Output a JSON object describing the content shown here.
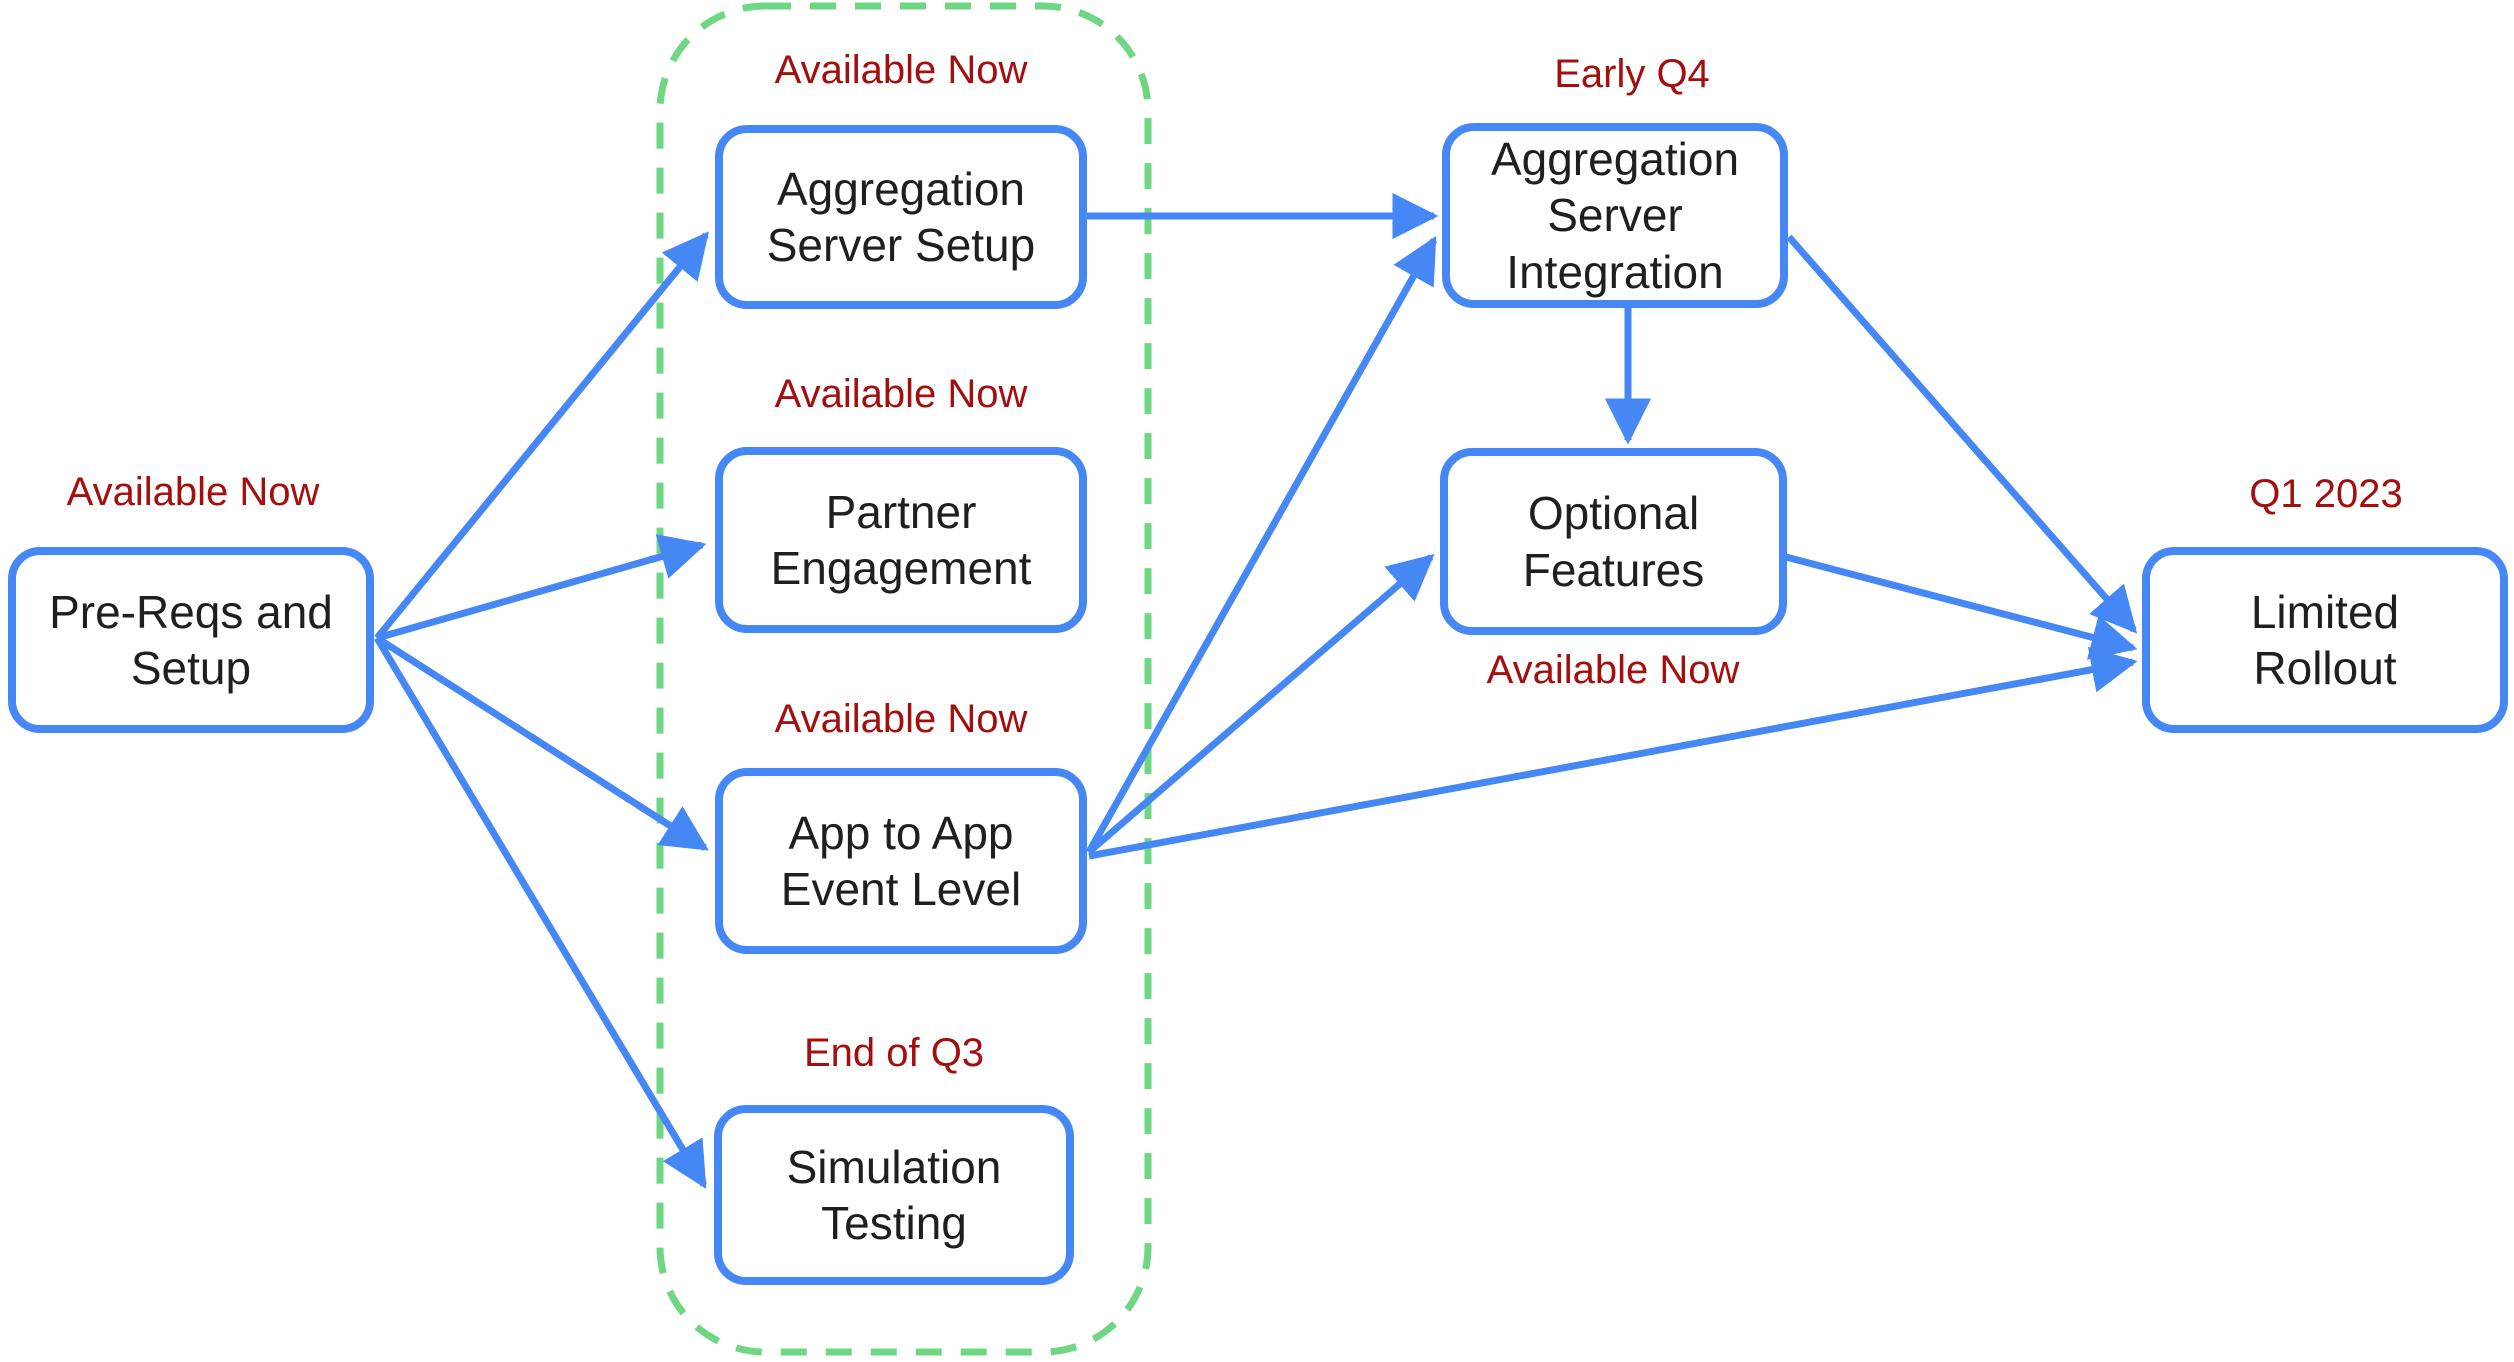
{
  "diagram": {
    "type": "flowchart",
    "nodes": [
      {
        "id": "pre-reqs-and-setup",
        "label": "Pre-Reqs and\nSetup",
        "status": "Available Now",
        "status_position": "above"
      },
      {
        "id": "aggregation-server-setup",
        "label": "Aggregation\nServer Setup",
        "status": "Available Now",
        "status_position": "above",
        "group": "available-now-group"
      },
      {
        "id": "partner-engagement",
        "label": "Partner\nEngagement",
        "status": "Available Now",
        "status_position": "above",
        "group": "available-now-group"
      },
      {
        "id": "app-to-app-event-level",
        "label": "App to App\nEvent Level",
        "status": "Available Now",
        "status_position": "above",
        "group": "available-now-group"
      },
      {
        "id": "simulation-testing",
        "label": "Simulation\nTesting",
        "status": "End of Q3",
        "status_position": "above",
        "group": "available-now-group"
      },
      {
        "id": "aggregation-server-integration",
        "label": "Aggregation\nServer\nIntegration",
        "status": "Early Q4",
        "status_position": "above"
      },
      {
        "id": "optional-features",
        "label": "Optional\nFeatures",
        "status": "Available Now",
        "status_position": "below"
      },
      {
        "id": "limited-rollout",
        "label": "Limited\nRollout",
        "status": "Q1 2023",
        "status_position": "above"
      }
    ],
    "edges": [
      {
        "from": "pre-reqs-and-setup",
        "to": "aggregation-server-setup"
      },
      {
        "from": "pre-reqs-and-setup",
        "to": "partner-engagement"
      },
      {
        "from": "pre-reqs-and-setup",
        "to": "app-to-app-event-level"
      },
      {
        "from": "pre-reqs-and-setup",
        "to": "simulation-testing"
      },
      {
        "from": "aggregation-server-setup",
        "to": "aggregation-server-integration"
      },
      {
        "from": "app-to-app-event-level",
        "to": "aggregation-server-integration"
      },
      {
        "from": "app-to-app-event-level",
        "to": "optional-features"
      },
      {
        "from": "app-to-app-event-level",
        "to": "limited-rollout"
      },
      {
        "from": "aggregation-server-integration",
        "to": "optional-features"
      },
      {
        "from": "aggregation-server-integration",
        "to": "limited-rollout"
      },
      {
        "from": "optional-features",
        "to": "limited-rollout"
      }
    ],
    "group": {
      "id": "available-now-group",
      "style": "green-dashed-outline",
      "members": [
        "aggregation-server-setup",
        "partner-engagement",
        "app-to-app-event-level",
        "simulation-testing"
      ]
    },
    "colors": {
      "node_border": "#4587f4",
      "edge": "#4587f4",
      "status_text": "#a50e0e",
      "node_text": "#1f1f1f",
      "group_border": "#6fd783",
      "background": "#ffffff"
    }
  }
}
